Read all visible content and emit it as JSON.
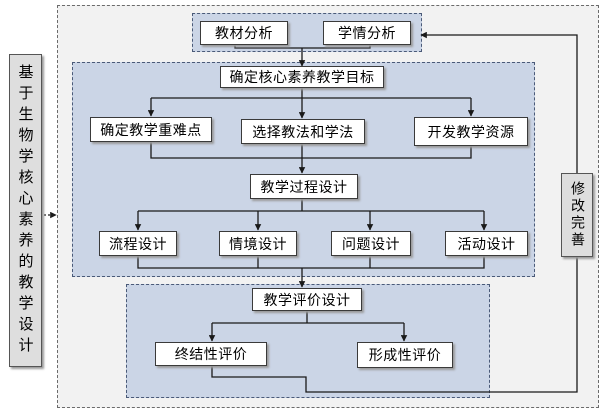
{
  "left_label": "基于生物学核心素养的教学设计",
  "right_label": "修改完善",
  "analysis": {
    "textbook": "教材分析",
    "students": "学情分析"
  },
  "objectives": "确定核心素养教学目标",
  "planning": {
    "key_points": "确定教学重难点",
    "methods": "选择教法和学法",
    "resources": "开发教学资源"
  },
  "process": "教学过程设计",
  "process_items": {
    "flow": "流程设计",
    "situation": "情境设计",
    "question": "问题设计",
    "activity": "活动设计"
  },
  "evaluation": "教学评价设计",
  "evaluation_items": {
    "summative": "终结性评价",
    "formative": "形成性评价"
  },
  "colors": {
    "panel_fill": "#cbd5e6",
    "outer_fill": "#f2f2f2",
    "side_fill": "#dedede",
    "line": "#1a1a1a"
  }
}
